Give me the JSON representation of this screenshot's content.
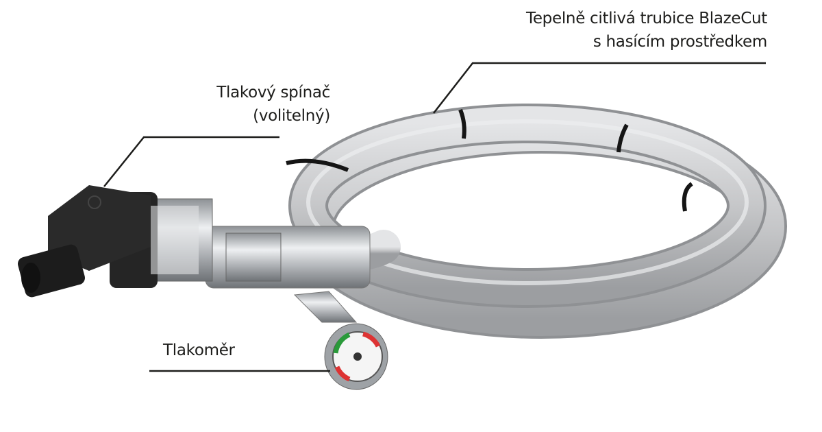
{
  "callouts": {
    "tube": {
      "line1": "Tepelně citlivá trubice BlazeCut",
      "line2": "s hasícím prostředkem"
    },
    "pressure_switch": {
      "line1": "Tlakový spínač",
      "line2": "(volitelný)"
    },
    "gauge": {
      "label": "Tlakoměr"
    }
  },
  "colors": {
    "tube": "#c8c9cb",
    "switch_body": "#222222",
    "metal": "#b5b8bb",
    "line": "#1d1d1b"
  }
}
